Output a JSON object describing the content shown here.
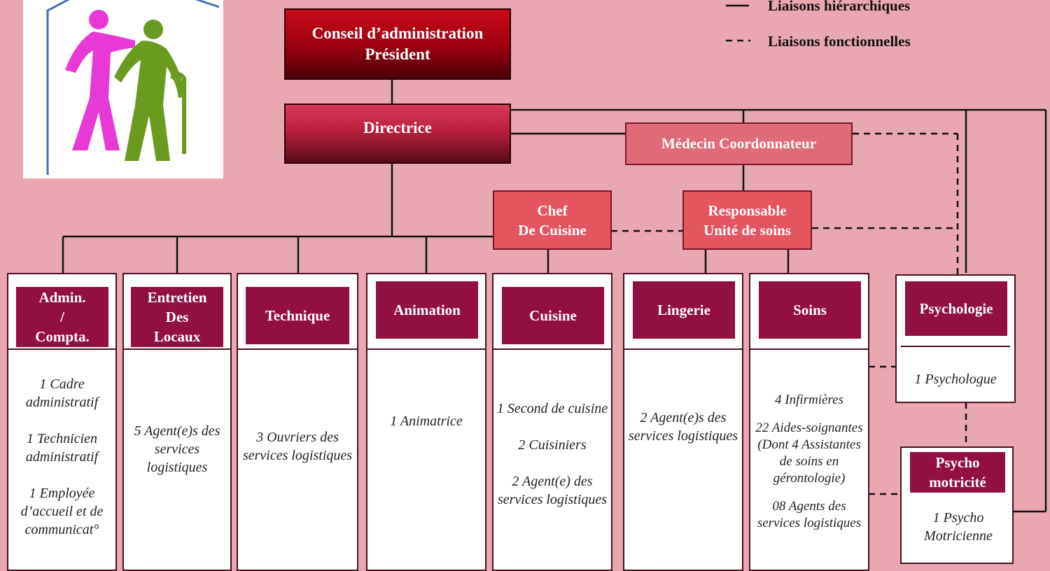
{
  "legend": {
    "hierarchical": "Liaisons hiérarchiques",
    "functional": "Liaisons fonctionnelles"
  },
  "top": {
    "line1": "Conseil d’administration",
    "line2": "Président"
  },
  "director": "Directrice",
  "doctor": "Médecin Coordonnateur",
  "chef": {
    "line1": "Chef",
    "line2": "De Cuisine"
  },
  "care_manager": {
    "line1": "Responsable",
    "line2": "Unité de soins"
  },
  "departments": {
    "admin": {
      "title": [
        "Admin.",
        "/",
        "Compta."
      ],
      "staff": [
        "1 Cadre administratif",
        "1 Technicien administratif",
        "1 Employée d’accueil et de communicat°"
      ]
    },
    "entretien": {
      "title": [
        "Entretien",
        "Des",
        "Locaux"
      ],
      "staff": [
        "5 Agent(e)s des services logistiques"
      ]
    },
    "technique": {
      "title": [
        "Technique"
      ],
      "staff": [
        "3 Ouvriers des services logistiques"
      ]
    },
    "animation": {
      "title": [
        "Animation"
      ],
      "staff": [
        "1 Animatrice"
      ]
    },
    "cuisine": {
      "title": [
        "Cuisine"
      ],
      "staff": [
        "1 Second de cuisine",
        "2 Cuisiniers",
        "2 Agent(e) des services logistiques"
      ]
    },
    "lingerie": {
      "title": [
        "Lingerie"
      ],
      "staff": [
        "2 Agent(e)s des services logistiques"
      ]
    },
    "soins": {
      "title": [
        "Soins"
      ],
      "staff": [
        "4 Infirmières",
        "22 Aides-soignantes (Dont 4 Assistantes de soins en gérontologie)",
        "08 Agents des services logistiques"
      ]
    },
    "psychologie": {
      "title": [
        "Psychologie"
      ],
      "staff": [
        "1 Psychologue"
      ]
    },
    "psychomot": {
      "title": [
        "Psycho",
        "motricité"
      ],
      "staff": [
        "1 Psycho Motricienne"
      ]
    }
  },
  "colors": {
    "background": "#e8a7b1",
    "header": "#920f42",
    "board": "#9a0010",
    "director": "#b8203f",
    "doctor": "#df6a78",
    "manager": "#e5555f"
  },
  "logo": {
    "icon": "elderly-care-logo-icon"
  }
}
